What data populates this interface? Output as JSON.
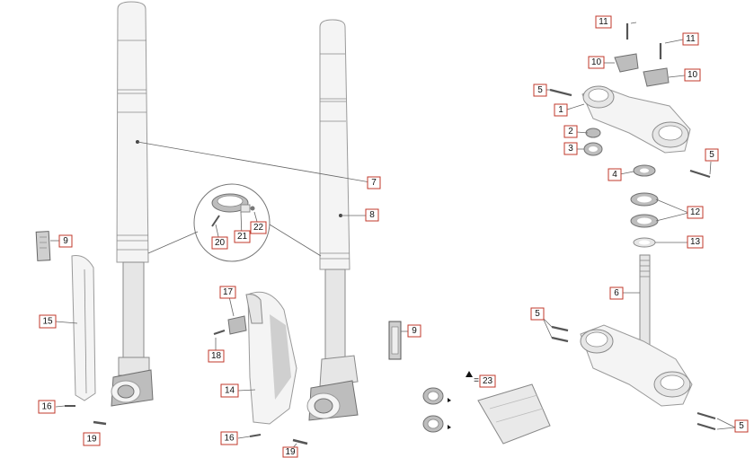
{
  "callouts": {
    "c1": "1",
    "c2": "2",
    "c3": "3",
    "c4": "4",
    "c5a": "5",
    "c5b": "5",
    "c5c": "5",
    "c5d": "5",
    "c6": "6",
    "c7": "7",
    "c8": "8",
    "c9a": "9",
    "c9b": "9",
    "c10a": "10",
    "c10b": "10",
    "c11a": "11",
    "c11b": "11",
    "c12": "12",
    "c13": "13",
    "c14": "14",
    "c15": "15",
    "c16a": "16",
    "c16b": "16",
    "c17": "17",
    "c18": "18",
    "c19a": "19",
    "c19b": "19",
    "c20": "20",
    "c21": "21",
    "c22": "22",
    "c23": "23"
  },
  "kit_note": {
    "equals": "="
  }
}
